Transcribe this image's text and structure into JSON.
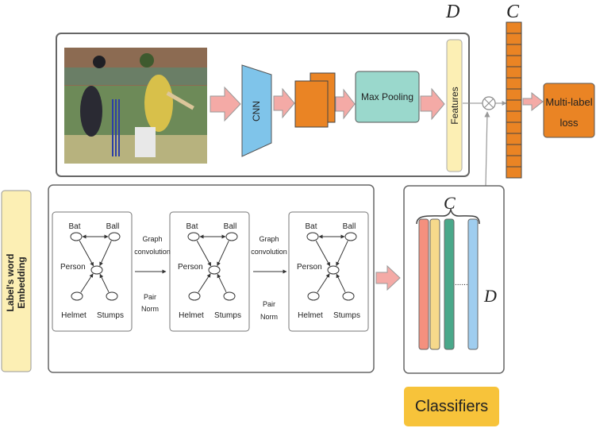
{
  "math": {
    "d": "D",
    "c": "C"
  },
  "cnn": {
    "label": "CNN"
  },
  "pooling": {
    "label": "Max Pooling"
  },
  "features": {
    "label": "Features"
  },
  "loss": {
    "line1": "Multi-label",
    "line2": "loss"
  },
  "embedding": {
    "line1": "Label's word",
    "line2": "Embedding"
  },
  "graph": {
    "nodes": {
      "bat": "Bat",
      "ball": "Ball",
      "person": "Person",
      "helmet": "Helmet",
      "stumps": "Stumps"
    }
  },
  "transition": {
    "graph_line1": "Graph",
    "graph_line2": "convolution",
    "pair_line1": "Pair",
    "pair_line2": "Norm"
  },
  "classifiers": {
    "label": "Classifiers",
    "bar_colors": [
      "#f4907e",
      "#f6d98b",
      "#4aa88a",
      "#9fcdef"
    ],
    "dots": "......"
  },
  "colors": {
    "orange": "#ea8424",
    "cnn_blue": "#7fc4ea",
    "pooling_teal": "#9ad8cc",
    "arrow_pink": "#f4aaa6",
    "features_yellow": "#fcefb4",
    "classifiers_gold": "#f7c33a"
  }
}
